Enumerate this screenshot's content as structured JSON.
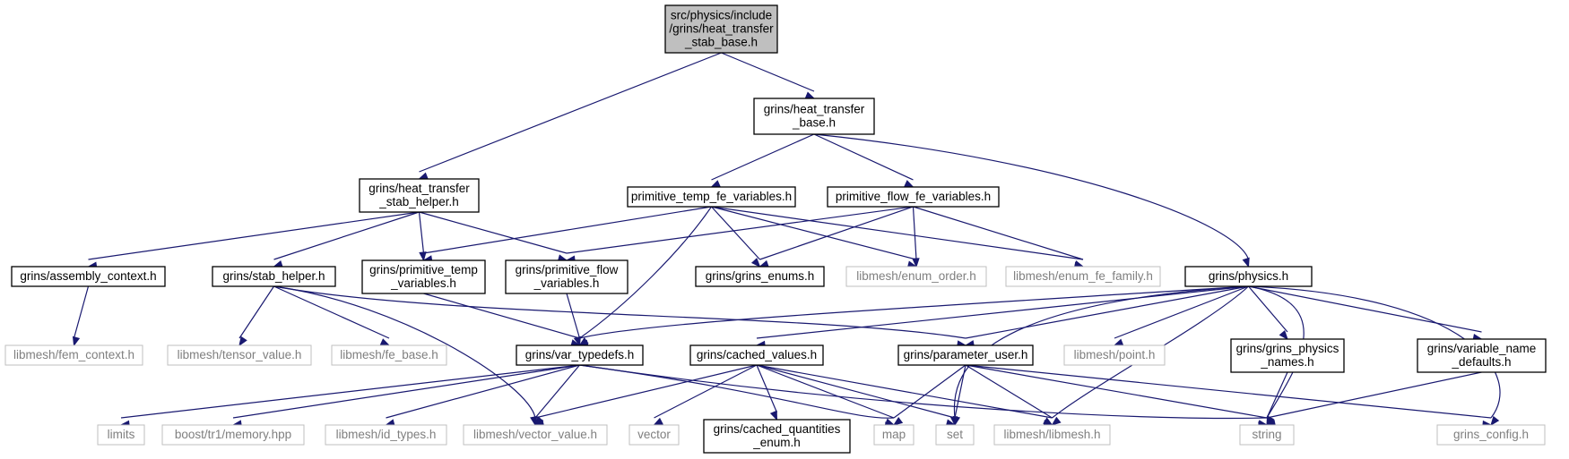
{
  "graph": {
    "edge_color": "#191970",
    "root_fill": "#bfbfbf",
    "external_border": "#bfbfbf",
    "external_text": "#7f7f7f",
    "nodes": [
      {
        "id": "root",
        "lines": [
          "src/physics/include",
          "/grins/heat_transfer",
          "_stab_base.h"
        ],
        "kind": "root"
      },
      {
        "id": "heat_transfer_base",
        "lines": [
          "grins/heat_transfer",
          "_base.h"
        ],
        "kind": "local"
      },
      {
        "id": "stab_helper_ht",
        "lines": [
          "grins/heat_transfer",
          "_stab_helper.h"
        ],
        "kind": "local"
      },
      {
        "id": "prim_temp_fe",
        "lines": [
          "primitive_temp_fe_variables.h"
        ],
        "kind": "local"
      },
      {
        "id": "prim_flow_fe",
        "lines": [
          "primitive_flow_fe_variables.h"
        ],
        "kind": "local"
      },
      {
        "id": "assembly_context",
        "lines": [
          "grins/assembly_context.h"
        ],
        "kind": "local"
      },
      {
        "id": "stab_helper",
        "lines": [
          "grins/stab_helper.h"
        ],
        "kind": "local"
      },
      {
        "id": "prim_temp_vars",
        "lines": [
          "grins/primitive_temp",
          "_variables.h"
        ],
        "kind": "local"
      },
      {
        "id": "prim_flow_vars",
        "lines": [
          "grins/primitive_flow",
          "_variables.h"
        ],
        "kind": "local"
      },
      {
        "id": "grins_enums",
        "lines": [
          "grins/grins_enums.h"
        ],
        "kind": "local"
      },
      {
        "id": "enum_order",
        "lines": [
          "libmesh/enum_order.h"
        ],
        "kind": "external"
      },
      {
        "id": "enum_fe_family",
        "lines": [
          "libmesh/enum_fe_family.h"
        ],
        "kind": "external"
      },
      {
        "id": "physics",
        "lines": [
          "grins/physics.h"
        ],
        "kind": "local"
      },
      {
        "id": "fem_context",
        "lines": [
          "libmesh/fem_context.h"
        ],
        "kind": "external"
      },
      {
        "id": "tensor_value",
        "lines": [
          "libmesh/tensor_value.h"
        ],
        "kind": "external"
      },
      {
        "id": "fe_base",
        "lines": [
          "libmesh/fe_base.h"
        ],
        "kind": "external"
      },
      {
        "id": "var_typedefs",
        "lines": [
          "grins/var_typedefs.h"
        ],
        "kind": "local"
      },
      {
        "id": "cached_values",
        "lines": [
          "grins/cached_values.h"
        ],
        "kind": "local"
      },
      {
        "id": "parameter_user",
        "lines": [
          "grins/parameter_user.h"
        ],
        "kind": "local"
      },
      {
        "id": "point",
        "lines": [
          "libmesh/point.h"
        ],
        "kind": "external"
      },
      {
        "id": "physics_names",
        "lines": [
          "grins/grins_physics",
          "_names.h"
        ],
        "kind": "local"
      },
      {
        "id": "var_name_defaults",
        "lines": [
          "grins/variable_name",
          "_defaults.h"
        ],
        "kind": "local"
      },
      {
        "id": "limits",
        "lines": [
          "limits"
        ],
        "kind": "external"
      },
      {
        "id": "boost_memory",
        "lines": [
          "boost/tr1/memory.hpp"
        ],
        "kind": "external"
      },
      {
        "id": "id_types",
        "lines": [
          "libmesh/id_types.h"
        ],
        "kind": "external"
      },
      {
        "id": "vector_value",
        "lines": [
          "libmesh/vector_value.h"
        ],
        "kind": "external"
      },
      {
        "id": "vector",
        "lines": [
          "vector"
        ],
        "kind": "external"
      },
      {
        "id": "cached_q_enum",
        "lines": [
          "grins/cached_quantities",
          "_enum.h"
        ],
        "kind": "local"
      },
      {
        "id": "map",
        "lines": [
          "map"
        ],
        "kind": "external"
      },
      {
        "id": "set",
        "lines": [
          "set"
        ],
        "kind": "external"
      },
      {
        "id": "libmesh",
        "lines": [
          "libmesh/libmesh.h"
        ],
        "kind": "external"
      },
      {
        "id": "string",
        "lines": [
          "string"
        ],
        "kind": "external"
      },
      {
        "id": "grins_config",
        "lines": [
          "grins_config.h"
        ],
        "kind": "external"
      }
    ],
    "edges": [
      [
        "root",
        "stab_helper_ht"
      ],
      [
        "root",
        "heat_transfer_base"
      ],
      [
        "heat_transfer_base",
        "prim_temp_fe"
      ],
      [
        "heat_transfer_base",
        "prim_flow_fe"
      ],
      [
        "heat_transfer_base",
        "physics"
      ],
      [
        "stab_helper_ht",
        "assembly_context"
      ],
      [
        "stab_helper_ht",
        "stab_helper"
      ],
      [
        "stab_helper_ht",
        "prim_temp_vars"
      ],
      [
        "stab_helper_ht",
        "prim_flow_vars"
      ],
      [
        "prim_temp_fe",
        "prim_temp_vars"
      ],
      [
        "prim_temp_fe",
        "grins_enums"
      ],
      [
        "prim_temp_fe",
        "enum_order"
      ],
      [
        "prim_temp_fe",
        "enum_fe_family"
      ],
      [
        "prim_temp_fe",
        "var_typedefs"
      ],
      [
        "prim_flow_fe",
        "prim_flow_vars"
      ],
      [
        "prim_flow_fe",
        "grins_enums"
      ],
      [
        "prim_flow_fe",
        "enum_order"
      ],
      [
        "prim_flow_fe",
        "enum_fe_family"
      ],
      [
        "assembly_context",
        "fem_context"
      ],
      [
        "stab_helper",
        "tensor_value"
      ],
      [
        "stab_helper",
        "fe_base"
      ],
      [
        "stab_helper",
        "vector_value"
      ],
      [
        "stab_helper",
        "parameter_user"
      ],
      [
        "prim_temp_vars",
        "var_typedefs"
      ],
      [
        "prim_flow_vars",
        "var_typedefs"
      ],
      [
        "physics",
        "var_typedefs"
      ],
      [
        "physics",
        "cached_values"
      ],
      [
        "physics",
        "parameter_user"
      ],
      [
        "physics",
        "point"
      ],
      [
        "physics",
        "physics_names"
      ],
      [
        "physics",
        "var_name_defaults"
      ],
      [
        "physics",
        "set"
      ],
      [
        "physics",
        "libmesh"
      ],
      [
        "physics",
        "string"
      ],
      [
        "physics",
        "grins_config"
      ],
      [
        "var_typedefs",
        "limits"
      ],
      [
        "var_typedefs",
        "boost_memory"
      ],
      [
        "var_typedefs",
        "id_types"
      ],
      [
        "var_typedefs",
        "vector_value"
      ],
      [
        "var_typedefs",
        "map"
      ],
      [
        "var_typedefs",
        "string"
      ],
      [
        "cached_values",
        "vector_value"
      ],
      [
        "cached_values",
        "vector"
      ],
      [
        "cached_values",
        "cached_q_enum"
      ],
      [
        "cached_values",
        "map"
      ],
      [
        "cached_values",
        "set"
      ],
      [
        "cached_values",
        "libmesh"
      ],
      [
        "parameter_user",
        "map"
      ],
      [
        "parameter_user",
        "set"
      ],
      [
        "parameter_user",
        "libmesh"
      ],
      [
        "parameter_user",
        "string"
      ],
      [
        "parameter_user",
        "grins_config"
      ],
      [
        "physics_names",
        "string"
      ],
      [
        "var_name_defaults",
        "string"
      ]
    ]
  }
}
